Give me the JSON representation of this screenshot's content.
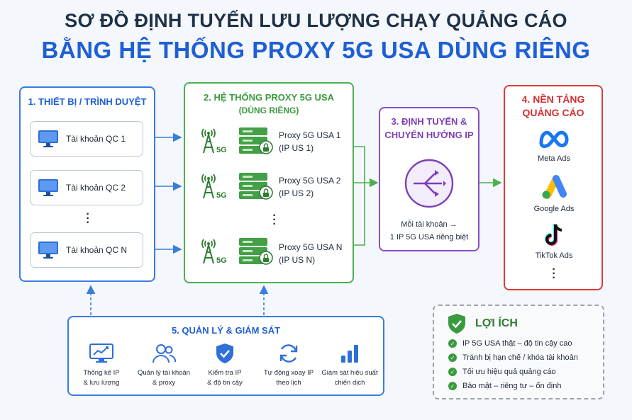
{
  "title": {
    "line1": "SƠ ĐỒ ĐỊNH TUYẾN LƯU LƯỢNG CHẠY QUẢNG CÁO",
    "line2": "BẰNG HỆ THỐNG PROXY 5G USA DÙNG RIÊNG"
  },
  "devices": {
    "title": "1. THIẾT BỊ / TRÌNH DUYỆT",
    "accounts": [
      "Tài khoản QC 1",
      "Tài khoản QC 2",
      "Tài khoản QC N"
    ]
  },
  "proxy_system": {
    "title_line1": "2. HỆ THỐNG PROXY 5G USA",
    "title_line2": "(DÙNG RIÊNG)",
    "badge": "5G",
    "proxies": [
      {
        "name": "Proxy 5G USA 1",
        "ip": "(IP US 1)"
      },
      {
        "name": "Proxy 5G USA 2",
        "ip": "(IP US 2)"
      },
      {
        "name": "Proxy 5G USA N",
        "ip": "(IP US N)"
      }
    ]
  },
  "routing": {
    "title_line1": "3. ĐỊNH TUYẾN &",
    "title_line2": "CHUYỂN HƯỚNG IP",
    "desc_line1": "Mỗi tài khoản →",
    "desc_line2": "1 IP 5G USA riêng biệt"
  },
  "platforms": {
    "title_line1": "4. NỀN TẢNG",
    "title_line2": "QUẢNG CÁO",
    "items": [
      "Meta Ads",
      "Google Ads",
      "TikTok Ads"
    ]
  },
  "management": {
    "title": "5. QUẢN LÝ & GIÁM SÁT",
    "items": [
      {
        "line1": "Thống kê IP",
        "line2": "& lưu lượng"
      },
      {
        "line1": "Quản lý tài khoản",
        "line2": "& proxy"
      },
      {
        "line1": "Kiểm tra IP",
        "line2": "& độ tin cậy"
      },
      {
        "line1": "Tự động xoay IP",
        "line2": "theo lịch"
      },
      {
        "line1": "Giám sát hiệu suất",
        "line2": "chiến dịch"
      }
    ]
  },
  "benefits": {
    "title": "LỢI ÍCH",
    "items": [
      "IP 5G USA thật – độ tin cậy cao",
      "Tránh bị hạn chế / khóa tài khoản",
      "Tối ưu hiệu quả quảng cáo",
      "Bảo mật – riêng tư – ổn định"
    ]
  },
  "colors": {
    "blue": "#3a7be0",
    "green": "#4caf50",
    "purple": "#8a4fc4",
    "red": "#e03b3b"
  }
}
